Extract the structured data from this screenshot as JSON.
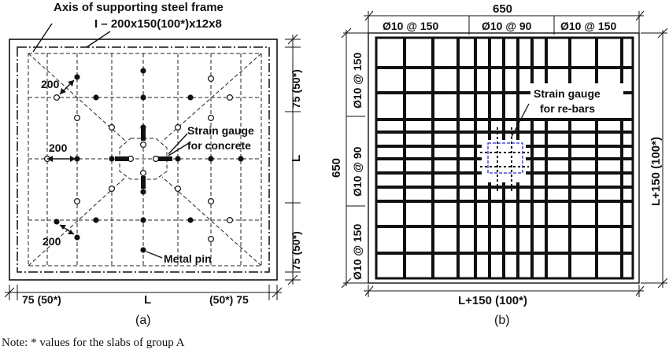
{
  "figure_a": {
    "frame_axis_label": "Axis of supporting steel frame",
    "frame_section_label": "I – 200x150(100*)x12x8",
    "dim_200_top": "200",
    "dim_200_mid": "200",
    "dim_200_bottom": "200",
    "strain_gauge_line1": "Strain gauge",
    "strain_gauge_line2": "for concrete",
    "metal_pin": "Metal pin",
    "right_dim_top": "75 (50*)",
    "right_dim_mid": "L",
    "right_dim_bottom": "75 (50*)",
    "bottom_dim_left": "75 (50*)",
    "bottom_dim_mid": "L",
    "bottom_dim_right": "(50*) 75",
    "caption": "(a)"
  },
  "figure_b": {
    "top_dim": "650",
    "top_spacing_left": "Ø10 @ 150",
    "top_spacing_mid": "Ø10 @ 90",
    "top_spacing_right": "Ø10 @ 150",
    "left_dim": "650",
    "left_spacing_top": "Ø10 @ 150",
    "left_spacing_mid": "Ø10 @ 90",
    "left_spacing_bottom": "Ø10 @ 150",
    "strain_gauge_line1": "Strain gauge",
    "strain_gauge_line2": "for re-bars",
    "right_dim": "L+150 (100*)",
    "bottom_dim": "L+150 (100*)",
    "caption": "(b)"
  },
  "note": "Note: * values for the slabs of group A"
}
